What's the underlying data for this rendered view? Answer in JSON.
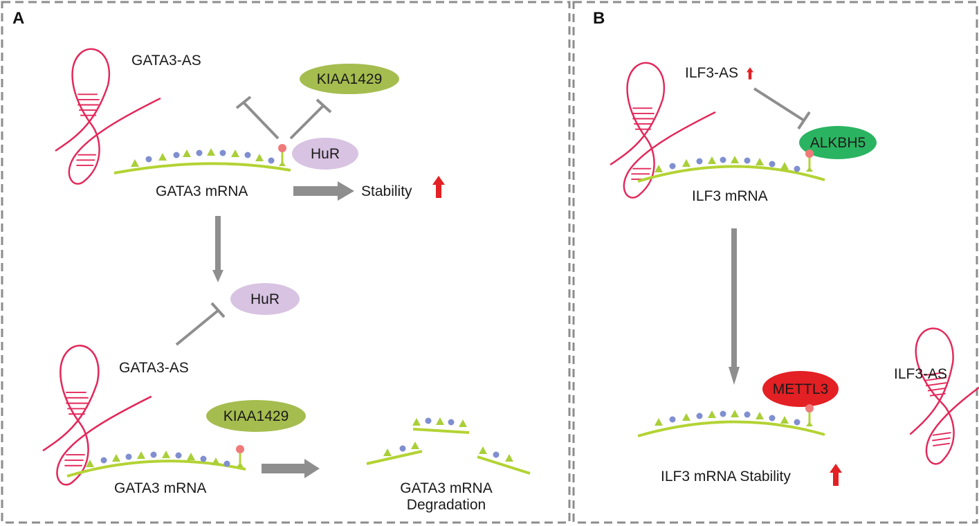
{
  "panels": {
    "A": {
      "label": "A",
      "gata3_as_top": "GATA3-AS",
      "kiaa1429_top": "KIAA1429",
      "hur_top": "HuR",
      "gata3_mrna_top": "GATA3 mRNA",
      "stability": "Stability",
      "hur_bottom": "HuR",
      "gata3_as_bottom": "GATA3-AS",
      "kiaa1429_bottom": "KIAA1429",
      "gata3_mrna_bottom": "GATA3 mRNA",
      "degradation_line1": "GATA3 mRNA",
      "degradation_line2": "Degradation"
    },
    "B": {
      "label": "B",
      "ilf3_as_top": "ILF3-AS",
      "alkbh5": "ALKBH5",
      "ilf3_mrna": "ILF3 mRNA",
      "mettl3": "METTL3",
      "ilf3_as_right": "ILF3-AS",
      "stability_text": "ILF3 mRNA Stability"
    }
  },
  "colors": {
    "lncrna": "#e3285a",
    "mrna": "#b3d334",
    "triangle": "#a9cf38",
    "dot": "#7f8fd0",
    "m6a_head": "#f07a7a",
    "hur": "#d8c3e2",
    "kiaa1429": "#a5bd4f",
    "alkbh5": "#2ab461",
    "mettl3": "#e32024",
    "up_arrow": "#e32024",
    "grey_arrow": "#8e8e8e",
    "border": "#8c8c8c"
  }
}
